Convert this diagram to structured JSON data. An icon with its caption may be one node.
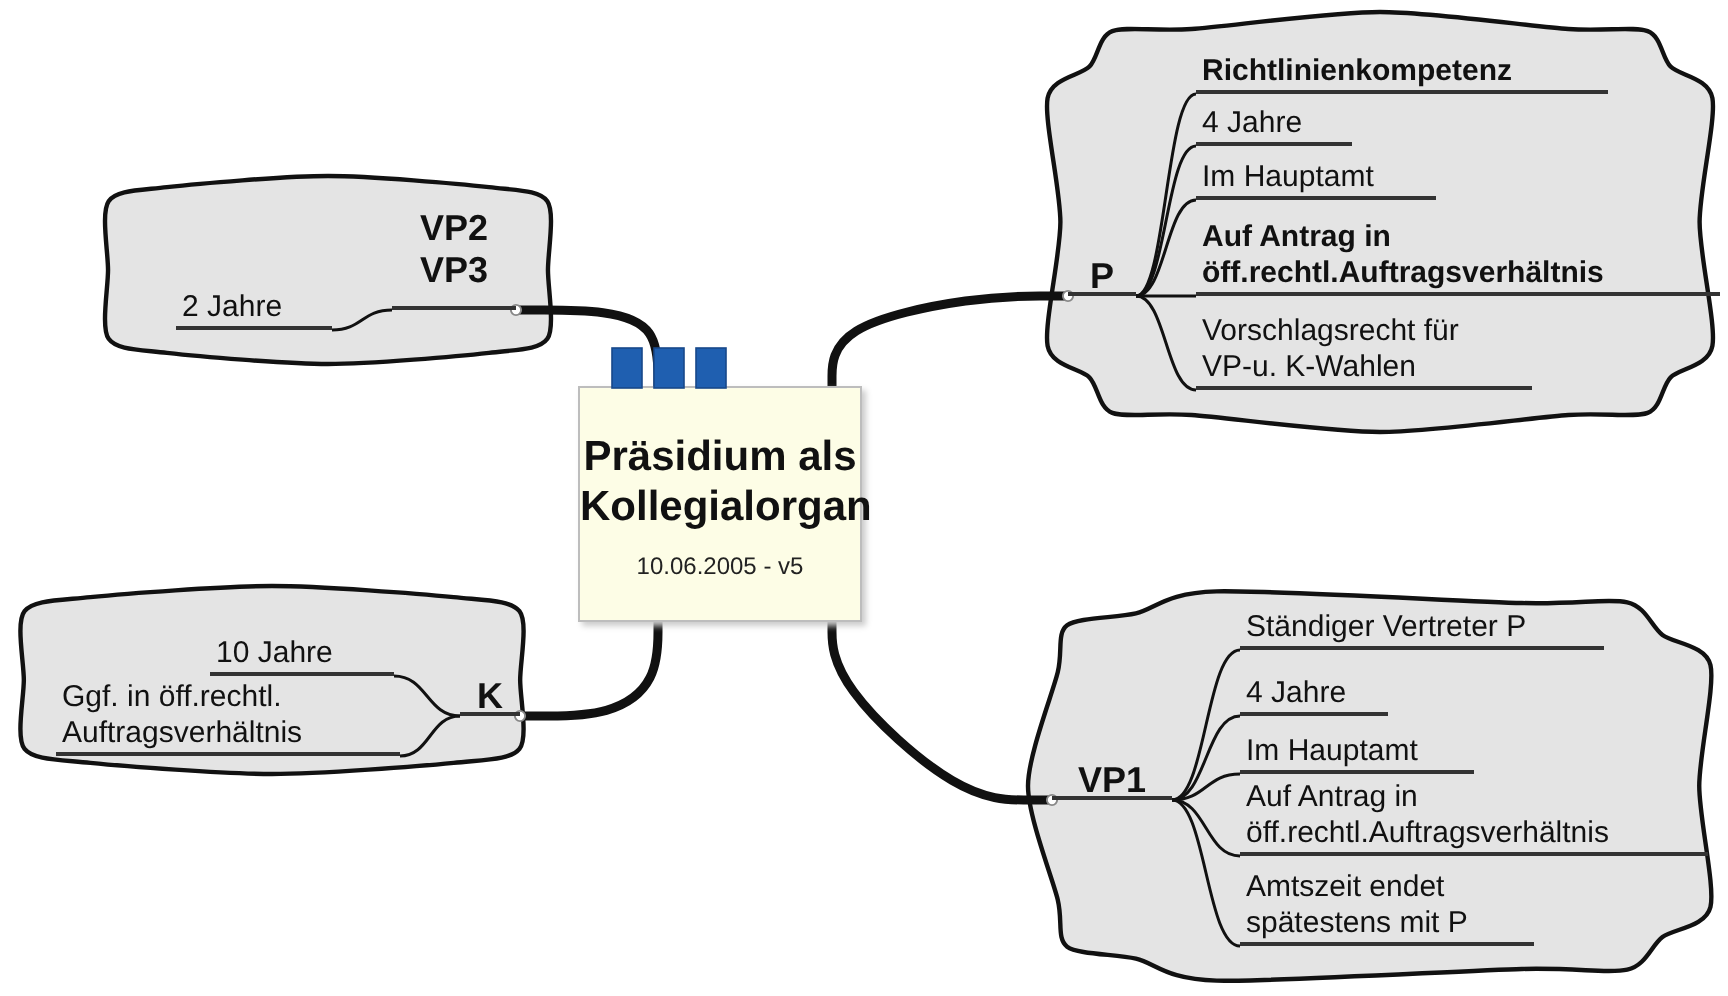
{
  "diagram": {
    "nodes": [
      {
        "text": [
          "Präsidium als Kollegialorgan",
          "10.06.2005 - v5"
        ]
      },
      {
        "text": [],
        "shape": "cloud"
      },
      {
        "text": [
          "VP2 VP3"
        ],
        "in": 1
      },
      {
        "text": [
          "2 Jahre"
        ],
        "in": 1
      },
      {
        "text": [],
        "shape": "cloud"
      },
      {
        "text": [
          "P"
        ],
        "in": 4
      },
      {
        "text": [
          "Richtlinienkompetenz"
        ],
        "in": 4
      },
      {
        "text": [
          "4 Jahre"
        ],
        "in": 4
      },
      {
        "text": [
          "Im Hauptamt"
        ],
        "in": 4
      },
      {
        "text": [
          "Auf Antrag in öff.rechtl.Auftragsverhältnis"
        ],
        "in": 4
      },
      {
        "text": [
          "Vorschlagsrecht für VP-u. K-Wahlen"
        ],
        "in": 4
      },
      {
        "text": [],
        "shape": "cloud"
      },
      {
        "text": [
          "K"
        ],
        "in": 11
      },
      {
        "text": [
          "10 Jahre"
        ],
        "in": 11
      },
      {
        "text": [
          "Ggf. in öff.rechtl. Auftragsverhältnis"
        ],
        "in": 11
      },
      {
        "text": [],
        "shape": "cloud"
      },
      {
        "text": [
          "VP1"
        ],
        "in": 15
      },
      {
        "text": [
          "Ständiger Vertreter P"
        ],
        "in": 15
      },
      {
        "text": [
          "4 Jahre"
        ],
        "in": 15
      },
      {
        "text": [
          "Im Hauptamt"
        ],
        "in": 15
      },
      {
        "text": [
          "Auf Antrag in öff.rechtl.Auftragsverhältnis"
        ],
        "in": 15
      },
      {
        "text": [
          "Amtszeit endet spätestens mit P"
        ],
        "in": 15
      }
    ],
    "edges": [
      {
        "from": 0,
        "to": 2,
        "arrow": "other",
        "style": "thick"
      },
      {
        "from": 0,
        "to": 5,
        "arrow": "other",
        "style": "thick"
      },
      {
        "from": 0,
        "to": 12,
        "arrow": "other",
        "style": "thick"
      },
      {
        "from": 0,
        "to": 16,
        "arrow": "other",
        "style": "thick"
      },
      {
        "from": 2,
        "to": 3,
        "arrow": "none"
      },
      {
        "from": 5,
        "to": 6,
        "arrow": "none"
      },
      {
        "from": 5,
        "to": 7,
        "arrow": "none"
      },
      {
        "from": 5,
        "to": 8,
        "arrow": "none"
      },
      {
        "from": 5,
        "to": 9,
        "arrow": "none"
      },
      {
        "from": 5,
        "to": 10,
        "arrow": "none"
      },
      {
        "from": 12,
        "to": 13,
        "arrow": "none"
      },
      {
        "from": 12,
        "to": 14,
        "arrow": "none"
      },
      {
        "from": 16,
        "to": 17,
        "arrow": "none"
      },
      {
        "from": 16,
        "to": 18,
        "arrow": "none"
      },
      {
        "from": 16,
        "to": 19,
        "arrow": "none"
      },
      {
        "from": 16,
        "to": 20,
        "arrow": "none"
      },
      {
        "from": 16,
        "to": 21,
        "arrow": "none"
      }
    ]
  }
}
